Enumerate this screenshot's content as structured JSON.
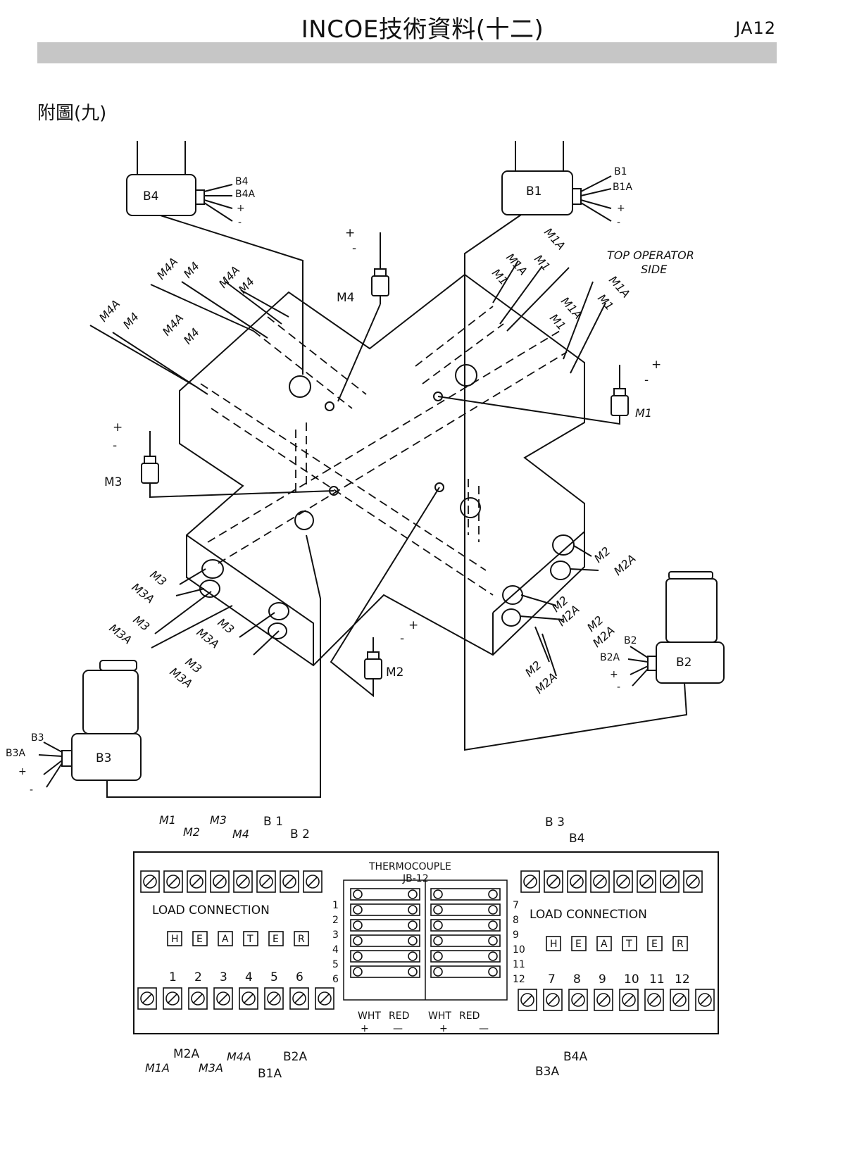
{
  "header": {
    "title": "INCOE技術資料(十二)",
    "doc_code": "JA12",
    "figure_label": "附圖(九)"
  },
  "diagram": {
    "side_note_line1": "TOP OPERATOR",
    "side_note_line2": "SIDE",
    "connectors": {
      "b4": {
        "label": "B4",
        "wires": [
          "B4",
          "B4A",
          "+",
          "-"
        ]
      },
      "b1": {
        "label": "B1",
        "wires": [
          "B1",
          "B1A",
          "+",
          "-"
        ]
      },
      "b2": {
        "label": "B2",
        "wires": [
          "B2",
          "B2A",
          "+",
          "-"
        ]
      },
      "b3": {
        "label": "B3",
        "wires": [
          "B3",
          "B3A",
          "+",
          "-"
        ]
      }
    },
    "thermocouples": {
      "m4": {
        "label": "M4",
        "plus": "+",
        "minus": "-"
      },
      "m1": {
        "label": "M1",
        "plus": "+",
        "minus": "-"
      },
      "m3": {
        "label": "M3",
        "plus": "+",
        "minus": "-"
      },
      "m2": {
        "label": "M2",
        "plus": "+",
        "minus": "-"
      }
    },
    "zone_labels": {
      "m4a": "M4A",
      "m4": "M4",
      "m1a": "M1A",
      "m1": "M1",
      "m3": "M3",
      "m3a": "M3A",
      "m2": "M2",
      "m2a": "M2A"
    },
    "junction_box": {
      "top_left_labels": [
        "M1",
        "M2",
        "M3",
        "M4",
        "B 1",
        "B 2"
      ],
      "top_right_labels": [
        "B 3",
        "B4"
      ],
      "thermocouple_title": "THERMOCOUPLE",
      "thermocouple_sub": "JB-12",
      "load_connection": "LOAD CONNECTION",
      "left_letters": [
        "H",
        "E",
        "A",
        "T",
        "E",
        "R"
      ],
      "right_letters": [
        "H",
        "E",
        "A",
        "T",
        "E",
        "R"
      ],
      "row_numbers_left": [
        "1",
        "2",
        "3",
        "4",
        "5",
        "6"
      ],
      "row_numbers_right": [
        "7",
        "8",
        "9",
        "10",
        "11",
        "12"
      ],
      "bottom_numbers_left": [
        "1",
        "2",
        "3",
        "4",
        "5",
        "6"
      ],
      "bottom_numbers_right": [
        "7",
        "8",
        "9",
        "10",
        "11",
        "12"
      ],
      "wire_colors": [
        "WHT",
        "RED",
        "WHT",
        "RED"
      ],
      "polarity": [
        "+",
        "—",
        "+",
        "—"
      ],
      "bottom_left_labels": [
        "M1A",
        "M2A",
        "M3A",
        "M4A",
        "B1A",
        "B2A"
      ],
      "bottom_right_labels": [
        "B3A",
        "B4A"
      ]
    }
  }
}
